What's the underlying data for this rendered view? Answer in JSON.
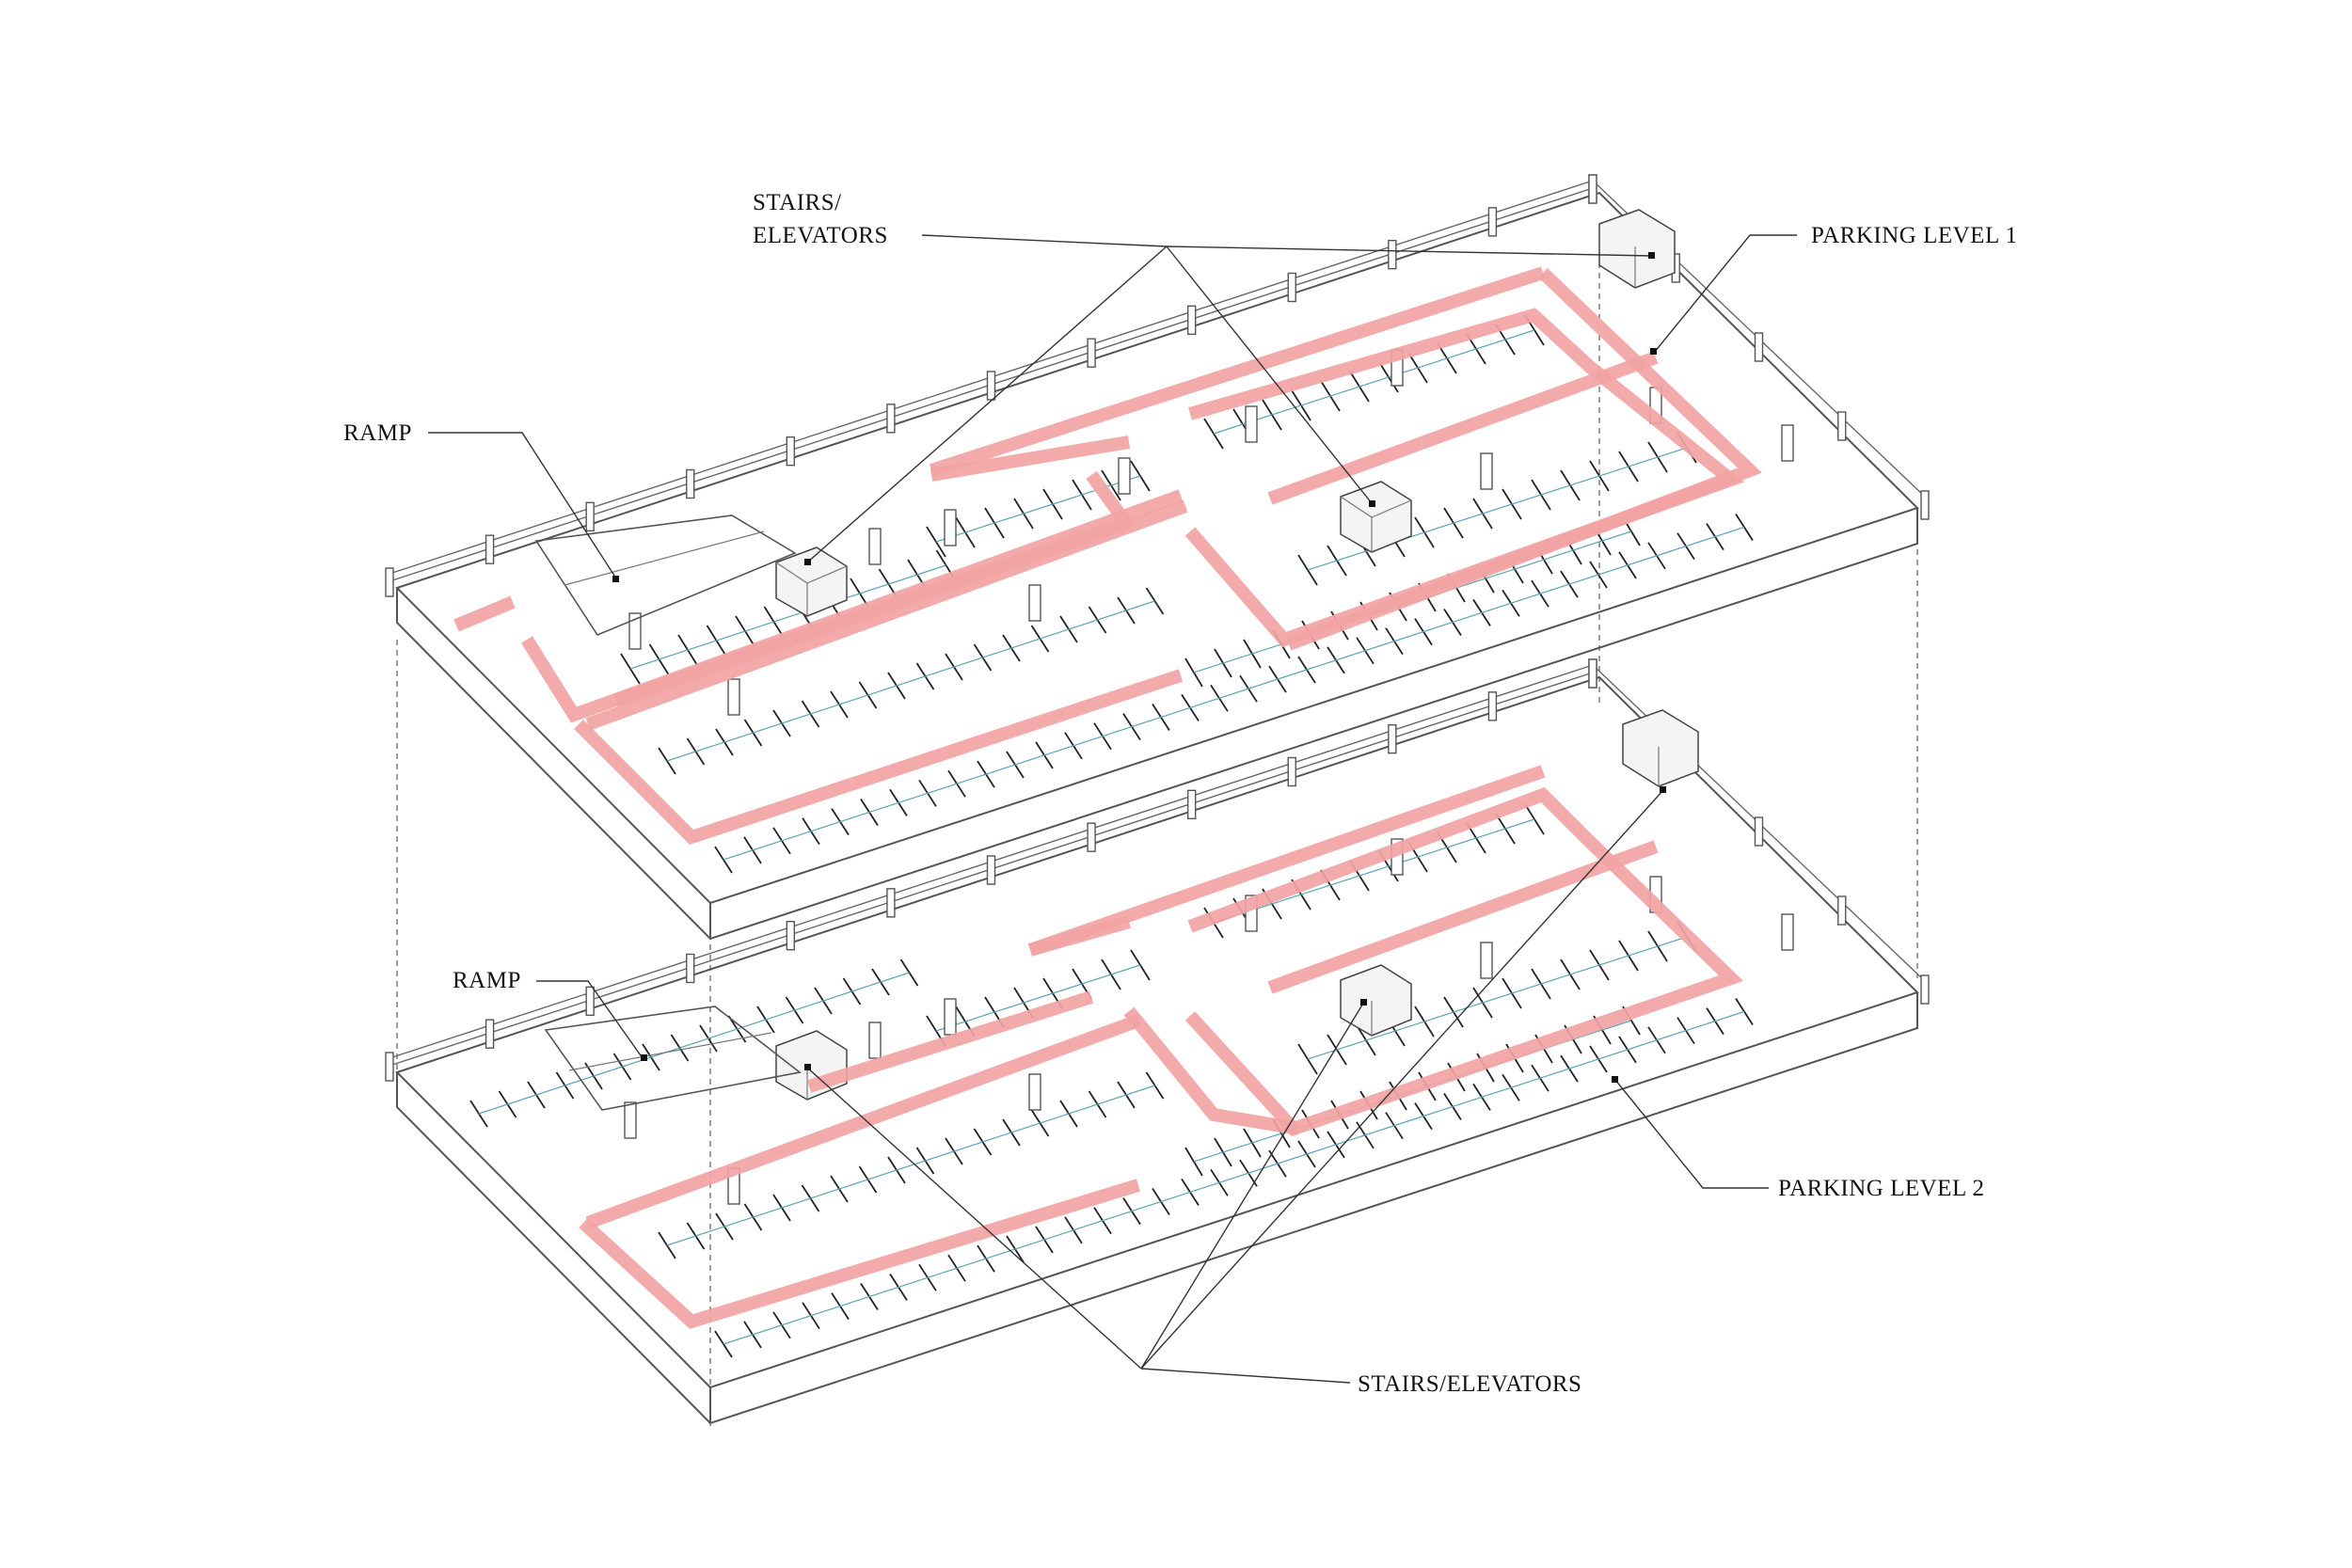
{
  "labels": {
    "stairs_top_line1": "STAIRS/",
    "stairs_top_line2": "ELEVATORS",
    "parking_level_1": "PARKING LEVEL 1",
    "ramp_top": "RAMP",
    "ramp_bottom": "RAMP",
    "parking_level_2": "PARKING LEVEL 2",
    "stairs_bottom": "STAIRS/ELEVATORS"
  },
  "colors": {
    "traffic_arrows": "#f2a3a3",
    "structure_lines": "#555555",
    "stall_lines": "#222222",
    "stall_stripe": "#5aa5b5"
  },
  "levels": [
    {
      "name": "PARKING LEVEL 1"
    },
    {
      "name": "PARKING LEVEL 2"
    }
  ]
}
